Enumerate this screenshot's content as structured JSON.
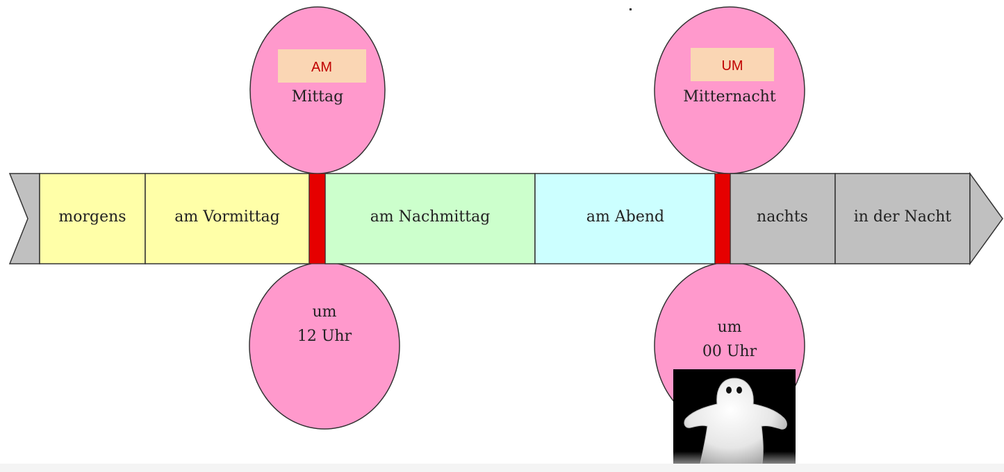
{
  "timeline": {
    "segments": [
      {
        "label": "morgens",
        "color": "#ffffa8"
      },
      {
        "label": "am Vormittag",
        "color": "#ffffa8"
      },
      {
        "label": "am Nachmittag",
        "color": "#ccffcc"
      },
      {
        "label": "am Abend",
        "color": "#ccffff"
      },
      {
        "label": "nachts",
        "color": "#c0c0c0"
      },
      {
        "label": "in der Nacht",
        "color": "#c0c0c0"
      }
    ],
    "arrow_color": "#c0c0c0",
    "marker_color": "#e60000"
  },
  "noon": {
    "tag": "AM",
    "top_label": "Mittag",
    "bottom_line1": "um",
    "bottom_line2": "12 Uhr"
  },
  "midnight": {
    "tag": "UM",
    "top_label": "Mitternacht",
    "bottom_line1": "um",
    "bottom_line2": "00 Uhr"
  },
  "colors": {
    "bubble": "#ff99cc",
    "tag_bg": "#fad6b4",
    "tag_text": "#c00000",
    "outline": "#333333"
  },
  "images": {
    "ghost": "ghost-illustration"
  }
}
